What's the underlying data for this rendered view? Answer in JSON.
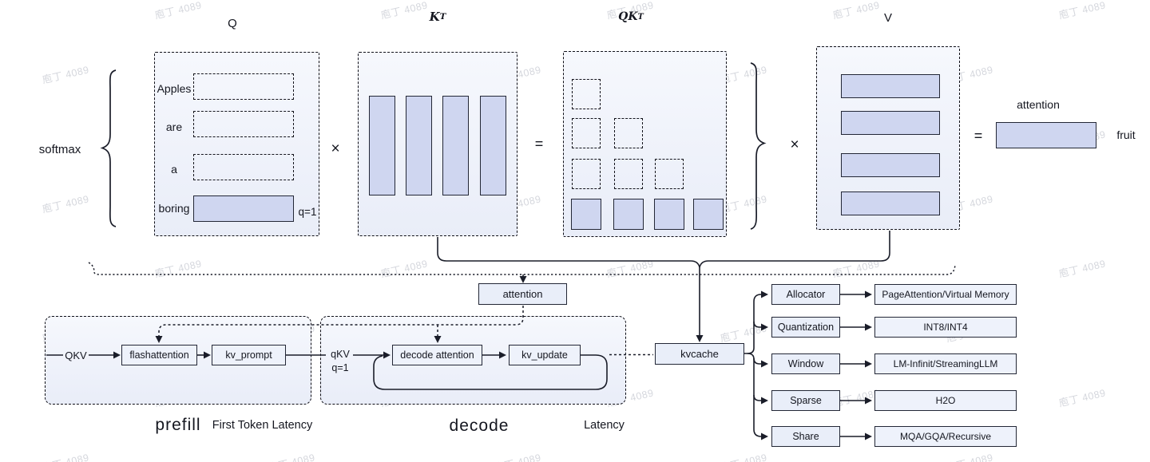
{
  "watermark": {
    "text": "庖丁 4089"
  },
  "colors": {
    "bar_fill": "#cfd6f0",
    "node_fill": "#e9eef9",
    "panel_fill": "#eef2fa",
    "line": "#1a1d29"
  },
  "equation": {
    "softmax": "softmax",
    "times": "×",
    "equals": "=",
    "q_label": "Q",
    "kt_base": "K",
    "kt_sup": "T",
    "qkt_base": "QK",
    "qkt_sup": "T",
    "v_label": "V",
    "rows": [
      {
        "word": "Apples"
      },
      {
        "word": "are"
      },
      {
        "word": "a"
      },
      {
        "word": "boring"
      }
    ],
    "q1_note": "q=1",
    "result_label": "attention",
    "result_note": "fruit"
  },
  "flow": {
    "attention_node": "attention",
    "prefill": {
      "input": "QKV",
      "stage1": "flashattention",
      "stage2": "kv_prompt",
      "title": "prefill",
      "metric": "First Token Latency"
    },
    "decode": {
      "input_l1": "qKV",
      "input_l2": "q=1",
      "stage1": "decode attention",
      "stage2": "kv_update",
      "title": "decode",
      "metric": "Latency"
    },
    "kvcache_node": "kvcache",
    "optimizations": [
      {
        "category": "Allocator",
        "value": "PageAttention/Virtual Memory"
      },
      {
        "category": "Quantization",
        "value": "INT8/INT4"
      },
      {
        "category": "Window",
        "value": "LM-Infinit/StreamingLLM"
      },
      {
        "category": "Sparse",
        "value": "H2O"
      },
      {
        "category": "Share",
        "value": "MQA/GQA/Recursive"
      }
    ]
  }
}
